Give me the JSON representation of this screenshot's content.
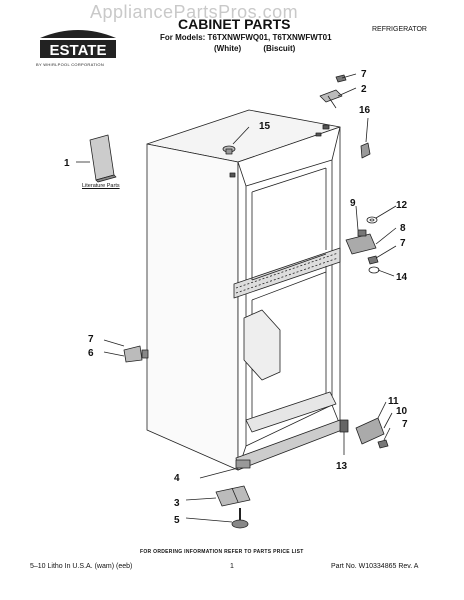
{
  "watermark": "AppliancePartsPros.com",
  "brand": {
    "name": "ESTATE",
    "sub": "BY WHIRLPOOL CORPORATION"
  },
  "header": {
    "title": "CABINET PARTS",
    "models": "For Models: T6TXNWFWQ01, T6TXNWFWT01",
    "variants": "(White)          (Biscuit)",
    "category": "REFRIGERATOR"
  },
  "literature_label": "Literature Parts",
  "callouts": {
    "c1": "1",
    "c2": "2",
    "c3": "3",
    "c4": "4",
    "c5": "5",
    "c6": "6",
    "c7a": "7",
    "c7b": "7",
    "c7c": "7",
    "c7d": "7",
    "c8": "8",
    "c9": "9",
    "c10": "10",
    "c11": "11",
    "c12": "12",
    "c13": "13",
    "c14": "14",
    "c15": "15",
    "c16": "16"
  },
  "footer": {
    "note": "FOR ORDERING INFORMATION REFER TO PARTS PRICE LIST",
    "left": "5–10 Litho In U.S.A. (wam) (eeb)",
    "page": "1",
    "part_no": "Part No. W10334865 Rev. A"
  }
}
